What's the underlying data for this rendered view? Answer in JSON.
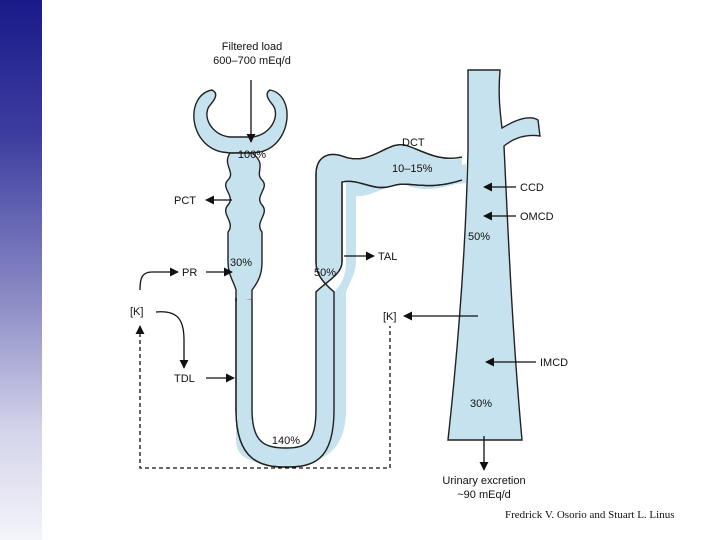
{
  "labels": {
    "filtered_load_title": "Filtered load",
    "filtered_load_value": "600–700 mEq/d",
    "glom_pct": "100%",
    "pct": "PCT",
    "pct_pct": "30%",
    "pr": "PR",
    "k_left": "[K]",
    "tdl": "TDL",
    "loop_pct": "140%",
    "tal_pct": "50%",
    "tal": "TAL",
    "dct": "DCT",
    "dct_pct": "10–15%",
    "ccd": "CCD",
    "omcd": "OMCD",
    "omcd_pct": "50%",
    "k_right": "[K]",
    "imcd": "IMCD",
    "imcd_pct": "30%",
    "urinary_title": "Urinary excretion",
    "urinary_value": "~90 mEq/d"
  },
  "credit": "Fredrick V. Osorio and Stuart L. Linus",
  "colors": {
    "tubule_fill": "#c6e2ee",
    "outline": "#222222",
    "sidebar": "#1a1a8a"
  }
}
